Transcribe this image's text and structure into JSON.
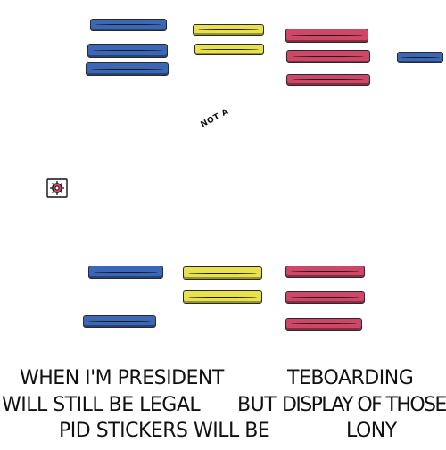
{
  "colors": {
    "blue": "#3a67b6",
    "yellow": "#e9e14b",
    "red": "#cf4666",
    "ink": "#111111"
  },
  "stickers_top": {
    "blue": [
      "",
      "",
      ""
    ],
    "yellow": [
      "",
      ""
    ],
    "red": [
      "",
      "",
      ""
    ],
    "blue_far": [
      ""
    ]
  },
  "stickers_bottom": {
    "blue": [
      "",
      ""
    ],
    "yellow": [
      "",
      ""
    ],
    "red": [
      "",
      "",
      ""
    ]
  },
  "scribble_note": "NOT A",
  "icon": "gear-icon",
  "caption": {
    "left_lines": [
      "WHEN I'M PRESIDENT",
      "WILL STILL BE LEGAL",
      "PID STICKERS WILL BE"
    ],
    "middle_word": "BUT",
    "right_lines": [
      "TEBOARDING",
      "DISPLAY OF THOSE",
      "LONY"
    ]
  }
}
